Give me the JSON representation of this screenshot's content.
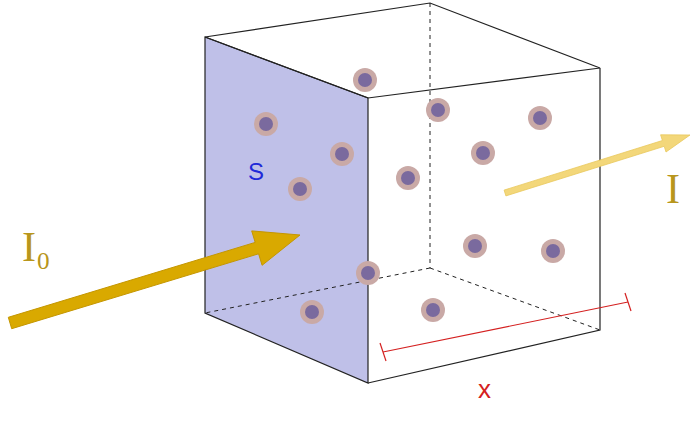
{
  "diagram": {
    "labels": [
      "I₀",
      "S",
      "I",
      "x"
    ]
  }
}
